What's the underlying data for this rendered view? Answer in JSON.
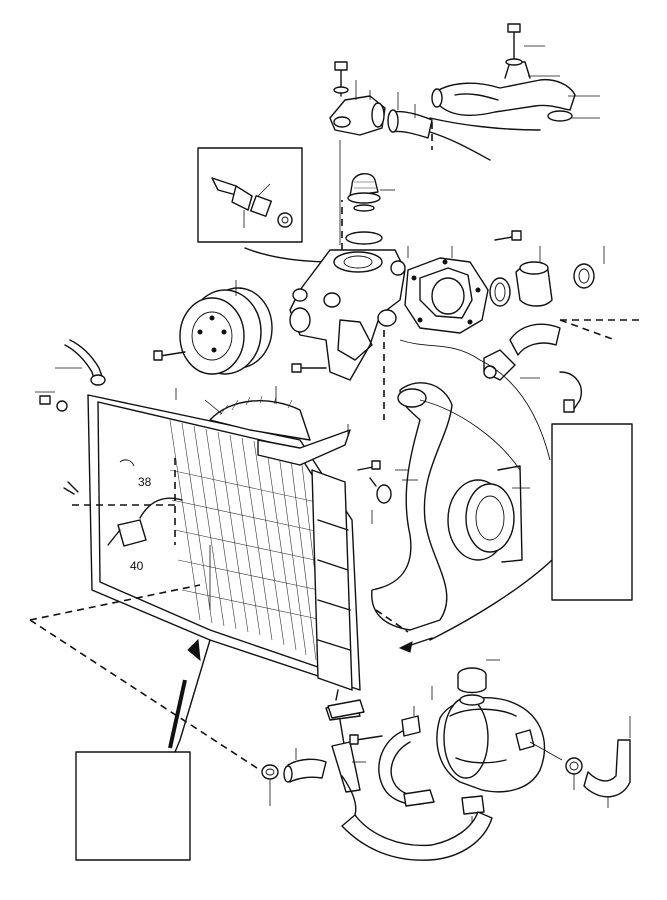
{
  "diagram": {
    "kind": "exploded parts diagram",
    "callouts": [
      {
        "id": "callout-38",
        "text": "38"
      },
      {
        "id": "callout-40",
        "text": "40"
      }
    ],
    "parts": [
      "radiator",
      "upper-radiator-hose",
      "lower-radiator-hose",
      "water-pump",
      "water-pump-pulley",
      "thermostat",
      "thermostat-housing",
      "temperature-sender",
      "expansion-tank",
      "expansion-tank-cap",
      "expansion-tank-bracket",
      "fan-shroud",
      "bypass-pipe",
      "hose-clamp",
      "bolt",
      "overflow-hose"
    ],
    "reference_boxes": [
      "sender-detail-box",
      "right-reference-box",
      "bottom-left-reference-box"
    ]
  }
}
